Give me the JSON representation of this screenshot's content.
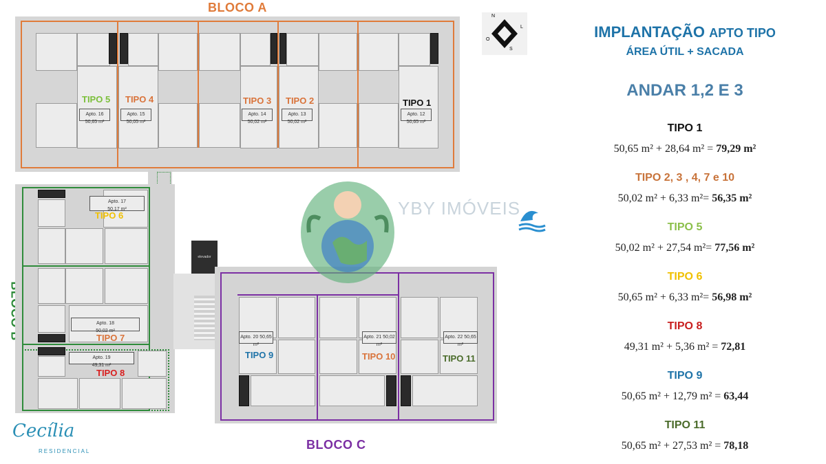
{
  "plan": {
    "blocks": {
      "a": {
        "label": "BLOCO A",
        "color": "#e07b3a"
      },
      "b": {
        "label": "BLOCO B",
        "color": "#2e8b3a"
      },
      "c": {
        "label": "BLOCO C",
        "color": "#7b2fa3"
      }
    },
    "units": [
      {
        "apto": "Apto. 16",
        "area": "50,65 m²",
        "tipo": "TIPO 5",
        "color": "#7bbf3a"
      },
      {
        "apto": "Apto. 15",
        "area": "50,05 m²",
        "tipo": "TIPO 4",
        "color": "#d9733a"
      },
      {
        "apto": "Apto. 14",
        "area": "50,02 m²",
        "tipo": "TIPO 3",
        "color": "#d9733a"
      },
      {
        "apto": "Apto. 13",
        "area": "50,02 m²",
        "tipo": "TIPO 2",
        "color": "#d9733a"
      },
      {
        "apto": "Apto. 12",
        "area": "50,65 m²",
        "tipo": "TIPO 1",
        "color": "#111111"
      },
      {
        "apto": "Apto. 17",
        "area": "50,17 m²",
        "tipo": "TIPO 6",
        "color": "#f0c000"
      },
      {
        "apto": "Apto. 18",
        "area": "50,02 m²",
        "tipo": "TIPO 7",
        "color": "#d9733a"
      },
      {
        "apto": "Apto. 19",
        "area": "49,31 m²",
        "tipo": "TIPO 8",
        "color": "#d81e1e"
      },
      {
        "apto": "Apto. 20",
        "area": "50,65 m²",
        "tipo": "TIPO 9",
        "color": "#1e73a8"
      },
      {
        "apto": "Apto. 21",
        "area": "50,02 m²",
        "tipo": "TIPO 10",
        "color": "#d9733a"
      },
      {
        "apto": "Apto. 22",
        "area": "50,65 m²",
        "tipo": "TIPO 11",
        "color": "#4a6b2a"
      }
    ],
    "elevator": "elevador",
    "watermark": "YBY IMÓVEIS",
    "compass": {
      "n": "N",
      "s": "S",
      "l": "L",
      "o": "O"
    },
    "logo": {
      "name": "Cecília",
      "sub": "RESIDENCIAL"
    }
  },
  "panel": {
    "title_main": "IMPLANTAÇÃO",
    "title_rest": "APTO TIPO",
    "subtitle": "ÁREA ÚTIL + SACADA",
    "floors": "ANDAR 1,2 E 3",
    "types": [
      {
        "label": "TIPO 1",
        "color": "#111111",
        "formula": "50,65 m² + 28,64 m²  =",
        "total": "79,29 m²"
      },
      {
        "label": "TIPO 2, 3 , 4, 7 e 10",
        "color": "#c8733a",
        "formula": "50,02 m² + 6,33 m²=",
        "total": "56,35 m²"
      },
      {
        "label": "TIPO 5",
        "color": "#8bbf4a",
        "formula": "50,02 m² + 27,54 m²=",
        "total": "77,56 m²"
      },
      {
        "label": "TIPO 6",
        "color": "#f0c000",
        "formula": "50,65 m² + 6,33 m²=",
        "total": "56,98 m²"
      },
      {
        "label": "TIPO 8",
        "color": "#c81e1e",
        "formula": "49,31 m² + 5,36 m² =",
        "total": "72,81"
      },
      {
        "label": "TIPO 9",
        "color": "#1e73a8",
        "formula": "50,65 m² + 12,79 m² =",
        "total": "63,44"
      },
      {
        "label": "TIPO 11",
        "color": "#4a6b2a",
        "formula": "50,65 m² + 27,53 m² =",
        "total": "78,18"
      }
    ],
    "title_color": "#1e73a8",
    "floors_color": "#4a7fa8"
  }
}
